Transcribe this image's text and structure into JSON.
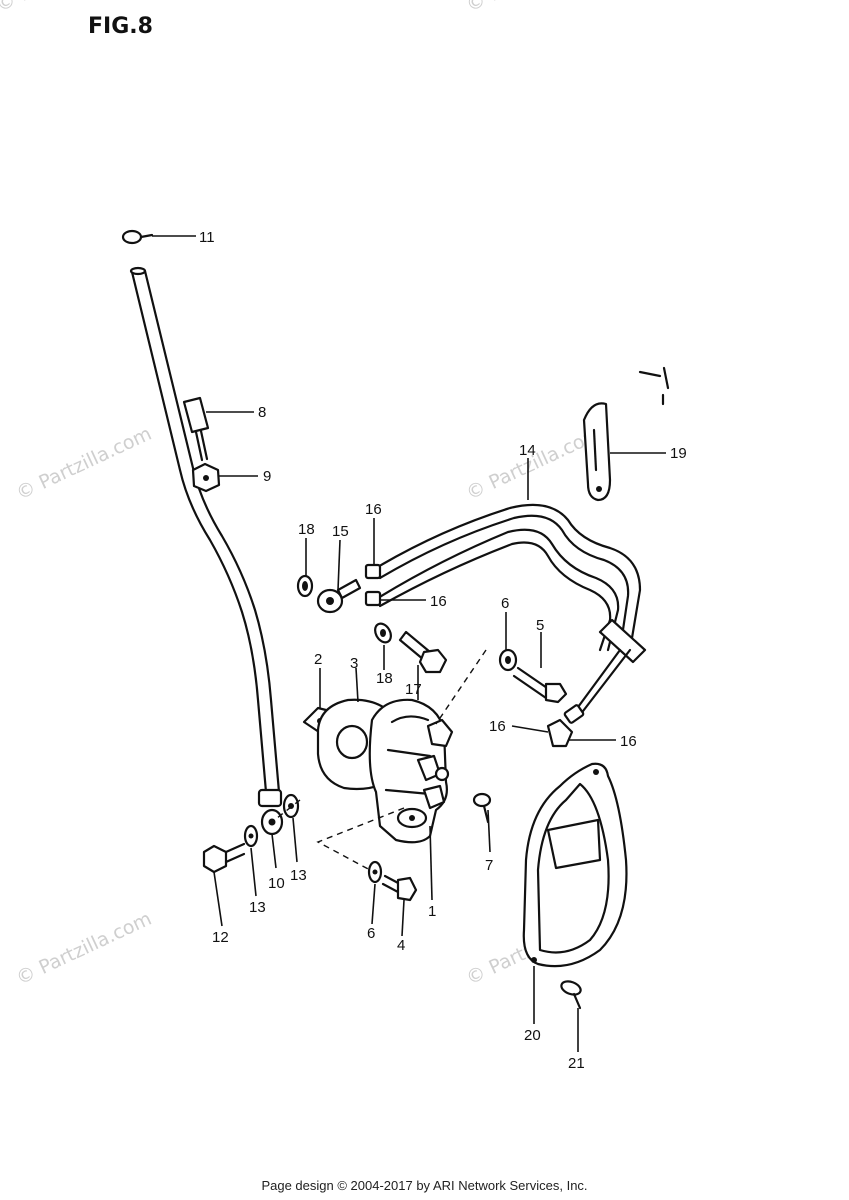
{
  "figure_title": "FIG.8",
  "watermark": "© Partzilla.com",
  "footer": "Page design © 2004-2017 by ARI Network Services, Inc.",
  "callouts": {
    "c11": "11",
    "c8": "8",
    "c9": "9",
    "c19": "19",
    "c14": "14",
    "c18a": "18",
    "c15": "15",
    "c16a": "16",
    "c16b": "16",
    "c6a": "6",
    "c5": "5",
    "c18b": "18",
    "c17": "17",
    "c2": "2",
    "c3": "3",
    "c16c": "16",
    "c16d": "16",
    "c7": "7",
    "c12": "12",
    "c13a": "13",
    "c10": "10",
    "c13b": "13",
    "c6b": "6",
    "c4": "4",
    "c1": "1",
    "c20": "20",
    "c21": "21"
  }
}
